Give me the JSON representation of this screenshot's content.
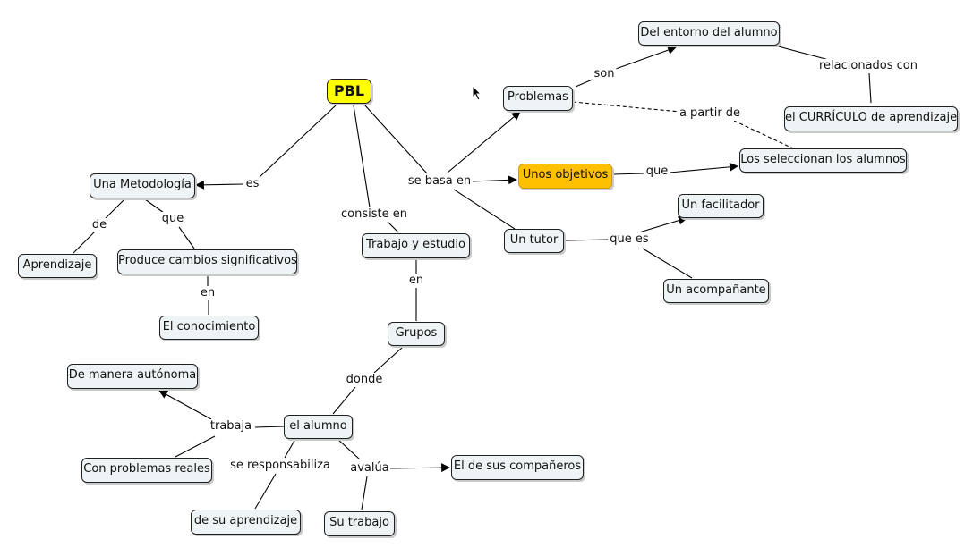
{
  "nodes": {
    "pbl": "PBL",
    "metodologia": "Una Metodología",
    "aprendizaje": "Aprendizaje",
    "produce": "Produce cambios significativos",
    "conocimiento": "El conocimiento",
    "trabajo_estudio": "Trabajo y estudio",
    "grupos": "Grupos",
    "alumno": "el alumno",
    "autonoma": "De manera autónoma",
    "problemas_reales": "Con problemas reales",
    "su_aprendizaje": "de su aprendizaje",
    "su_trabajo": "Su trabajo",
    "companeros": "El de sus compañeros",
    "problemas": "Problemas",
    "entorno": "Del entorno del alumno",
    "curriculo": "el CURRÍCULO de aprendizaje",
    "objetivos": "Unos objetivos",
    "seleccionan": "Los seleccionan los alumnos",
    "tutor": "Un tutor",
    "facilitador": "Un facilitador",
    "acompanante": "Un acompañante"
  },
  "links": {
    "es": "es",
    "de": "de",
    "que_produce": "que",
    "en_conocimiento": "en",
    "consiste_en": "consiste en",
    "en_grupos": "en",
    "donde": "donde",
    "trabaja": "trabaja",
    "se_responsabiliza": "se responsabiliza",
    "evalua": "avalúa",
    "se_basa_en": "se basa en",
    "son": "son",
    "relacionados_con": "relacionados con",
    "a_partir_de": "a partir de",
    "que_objetivos": "que",
    "que_es": "que es"
  },
  "colors": {
    "root": "#ffff00",
    "highlight": "#ffc000",
    "node_fill": "#eef3f5",
    "line": "#000000"
  }
}
